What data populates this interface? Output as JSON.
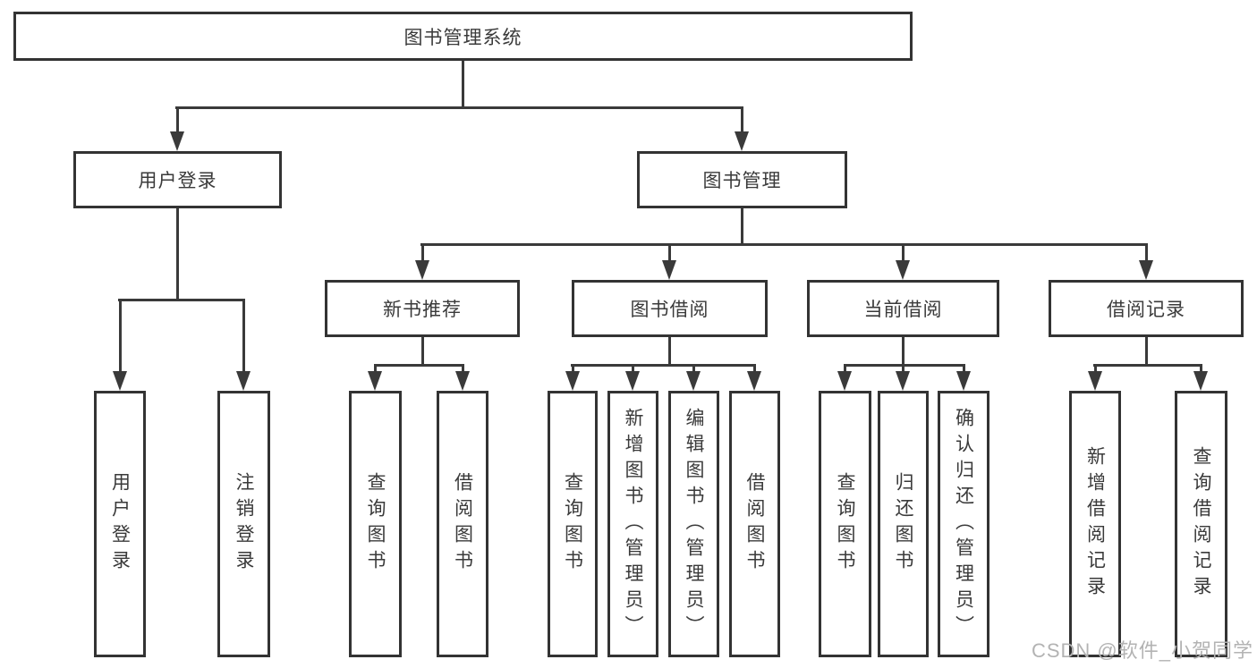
{
  "diagram_type": "hierarchy-tree",
  "colors": {
    "line": "#3a3a3a",
    "box_border": "#333333",
    "box_background": "#ffffff",
    "text": "#3a3a3a",
    "watermark": "#b3b3b3"
  },
  "tree": {
    "label": "图书管理系统",
    "children": [
      {
        "label": "用户登录",
        "children": [
          {
            "label": "用户登录"
          },
          {
            "label": "注销登录"
          }
        ]
      },
      {
        "label": "图书管理",
        "children": [
          {
            "label": "新书推荐",
            "children": [
              {
                "label": "查询图书"
              },
              {
                "label": "借阅图书"
              }
            ]
          },
          {
            "label": "图书借阅",
            "children": [
              {
                "label": "查询图书"
              },
              {
                "label": "新增图书（管理员）"
              },
              {
                "label": "编辑图书（管理员）"
              },
              {
                "label": "借阅图书"
              }
            ]
          },
          {
            "label": "当前借阅",
            "children": [
              {
                "label": "查询图书"
              },
              {
                "label": "归还图书"
              },
              {
                "label": "确认归还（管理员）"
              }
            ]
          },
          {
            "label": "借阅记录",
            "children": [
              {
                "label": "新增借阅记录"
              },
              {
                "label": "查询借阅记录"
              }
            ]
          }
        ]
      }
    ]
  },
  "watermark": "CSDN @软件_小贺同学"
}
